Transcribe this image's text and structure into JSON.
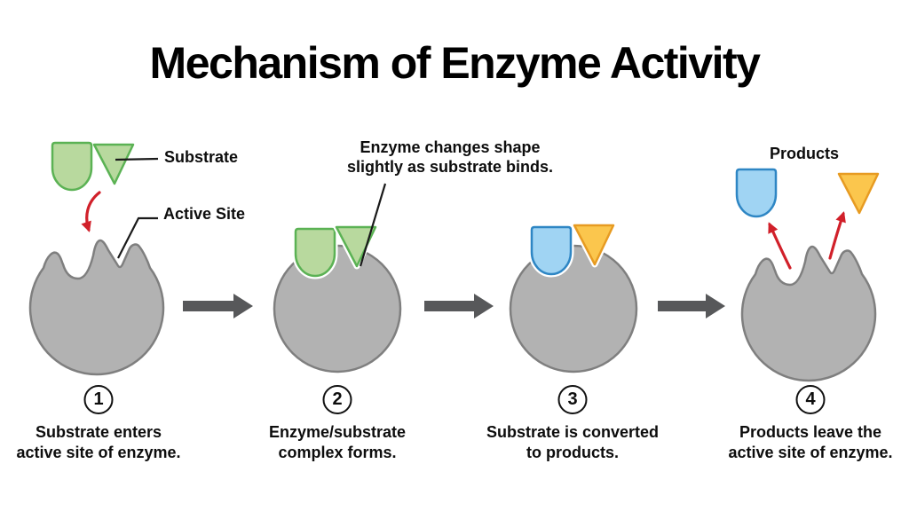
{
  "title": "Mechanism of Enzyme Activity",
  "annotations": {
    "substrate_label": "Substrate",
    "active_site_label": "Active Site",
    "shape_change_line1": "Enzyme changes shape",
    "shape_change_line2": "slightly as substrate binds.",
    "products_label": "Products"
  },
  "stages": [
    {
      "number": "1",
      "caption_line1": "Substrate enters",
      "caption_line2": "active site of enzyme."
    },
    {
      "number": "2",
      "caption_line1": "Enzyme/substrate",
      "caption_line2": "complex forms."
    },
    {
      "number": "3",
      "caption_line1": "Substrate is converted",
      "caption_line2": "to products."
    },
    {
      "number": "4",
      "caption_line1": "Products leave the",
      "caption_line2": "active site of enzyme."
    }
  ],
  "colors": {
    "substrate_fill": "#b8d99e",
    "substrate_stroke": "#5bb254",
    "product_u_fill": "#a0d4f3",
    "product_u_stroke": "#2e86c4",
    "product_tri_fill": "#fbc64d",
    "product_tri_stroke": "#e79b22",
    "enzyme_fill": "#b2b2b2",
    "enzyme_stroke": "#7f7f7f",
    "flow_arrow": "#57585a",
    "motion_arrow": "#d1202a"
  }
}
